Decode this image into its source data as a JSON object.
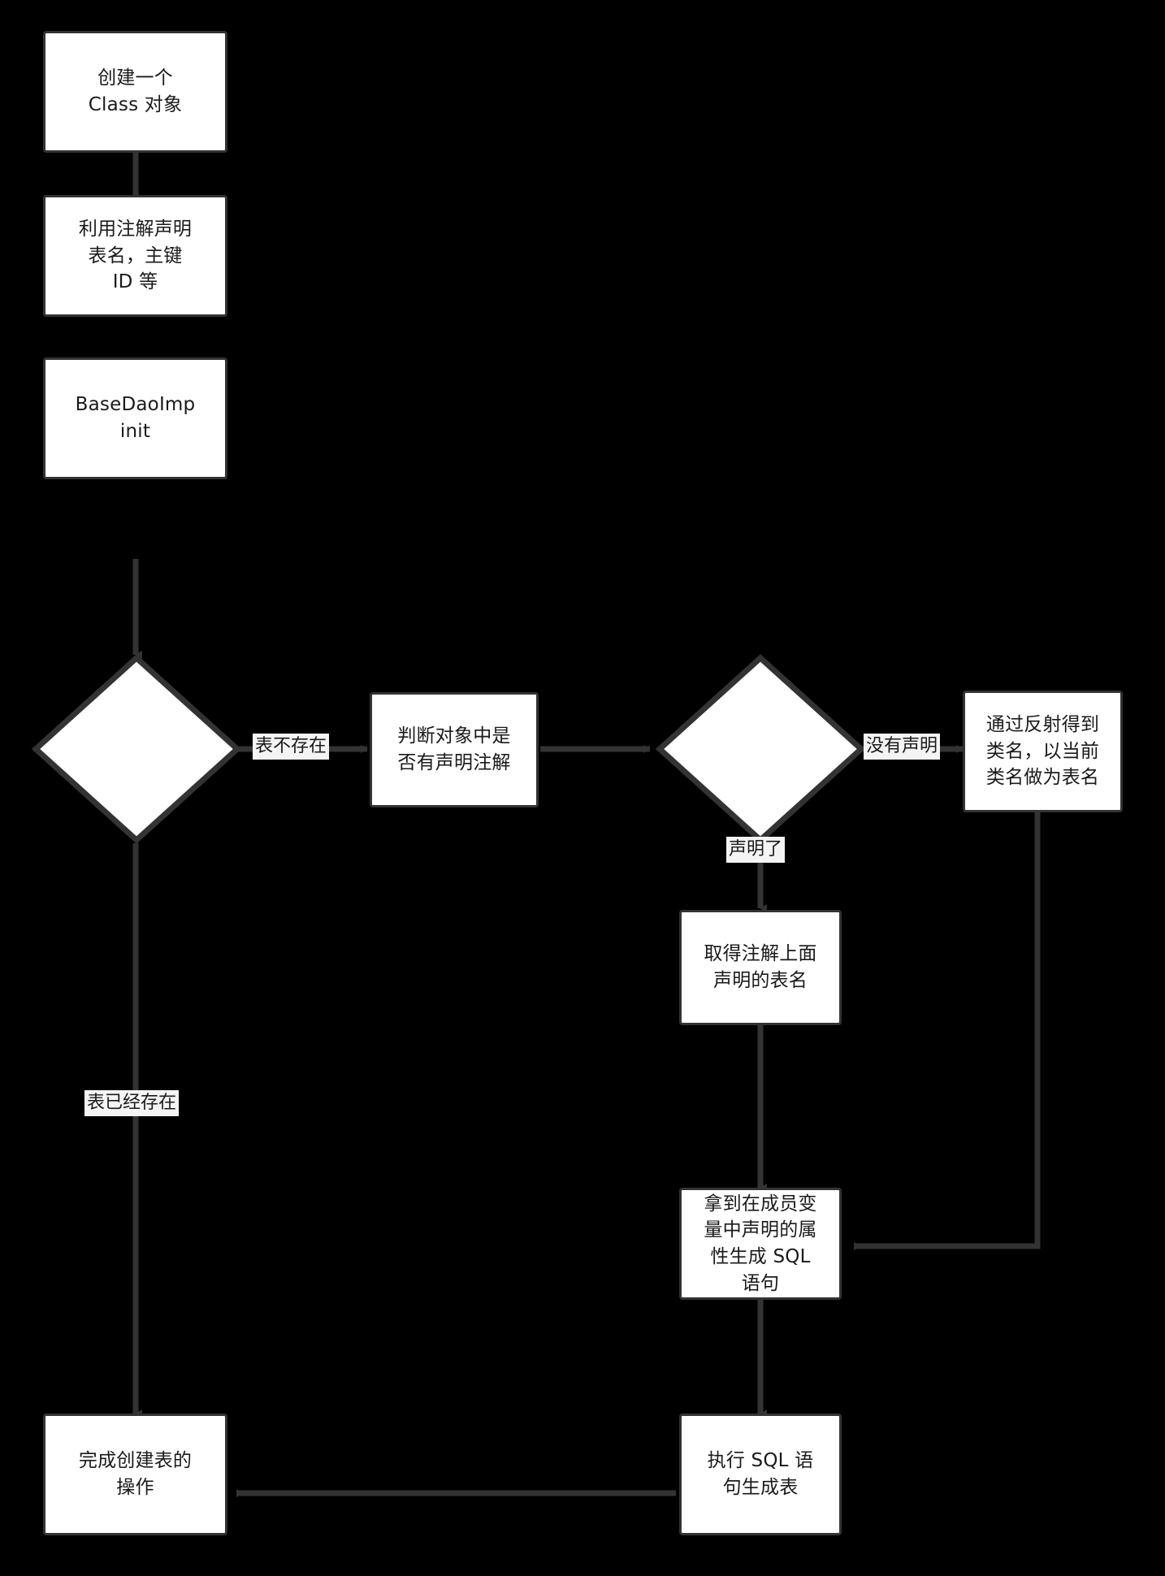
{
  "diagram": {
    "type": "flowchart",
    "title": "",
    "orientation": "top-to-bottom",
    "background_color": "#000000",
    "node_fill": "#ffffff",
    "node_stroke": "#333333",
    "edge_color": "#333333",
    "label_background": "#f4f4f4",
    "text_color": "#1a1a1a",
    "nodes": [
      {
        "id": "n1",
        "shape": "rect",
        "text": "创建一个\nClass 对象"
      },
      {
        "id": "n2",
        "shape": "rect",
        "text": "利用注解声明\n表名，主键\nID 等"
      },
      {
        "id": "n3",
        "shape": "rect",
        "text": "BaseDaoImp\ninit"
      },
      {
        "id": "n4",
        "shape": "diamond",
        "text": ""
      },
      {
        "id": "n5",
        "shape": "rect",
        "text": "判断对象中是\n否有声明注解"
      },
      {
        "id": "n6",
        "shape": "diamond",
        "text": ""
      },
      {
        "id": "n7",
        "shape": "rect",
        "text": "通过反射得到\n类名，以当前\n类名做为表名"
      },
      {
        "id": "n8",
        "shape": "rect",
        "text": "取得注解上面\n声明的表名"
      },
      {
        "id": "n9",
        "shape": "rect",
        "text": "拿到在成员变\n量中声明的属\n性生成 SQL\n语句"
      },
      {
        "id": "n10",
        "shape": "rect",
        "text": "完成创建表的\n操作"
      },
      {
        "id": "n11",
        "shape": "rect",
        "text": "执行 SQL 语\n句生成表"
      }
    ],
    "edges": [
      {
        "from": "n1",
        "to": "n2",
        "label": ""
      },
      {
        "from": "n2",
        "to": "n3",
        "label": ""
      },
      {
        "from": "n3",
        "to": "n4",
        "label": ""
      },
      {
        "from": "n4",
        "to": "n5",
        "label": "表不存在"
      },
      {
        "from": "n4",
        "to": "n10",
        "label": "表已经存在"
      },
      {
        "from": "n5",
        "to": "n6",
        "label": ""
      },
      {
        "from": "n6",
        "to": "n7",
        "label": "没有声明"
      },
      {
        "from": "n6",
        "to": "n8",
        "label": "声明了"
      },
      {
        "from": "n8",
        "to": "n9",
        "label": ""
      },
      {
        "from": "n7",
        "to": "n9",
        "label": ""
      },
      {
        "from": "n9",
        "to": "n11",
        "label": ""
      },
      {
        "from": "n11",
        "to": "n10",
        "label": ""
      }
    ],
    "edge_labels": {
      "table_not_exists": "表不存在",
      "table_exists": "表已经存在",
      "no_annotation": "没有声明",
      "has_annotation": "声明了"
    }
  }
}
